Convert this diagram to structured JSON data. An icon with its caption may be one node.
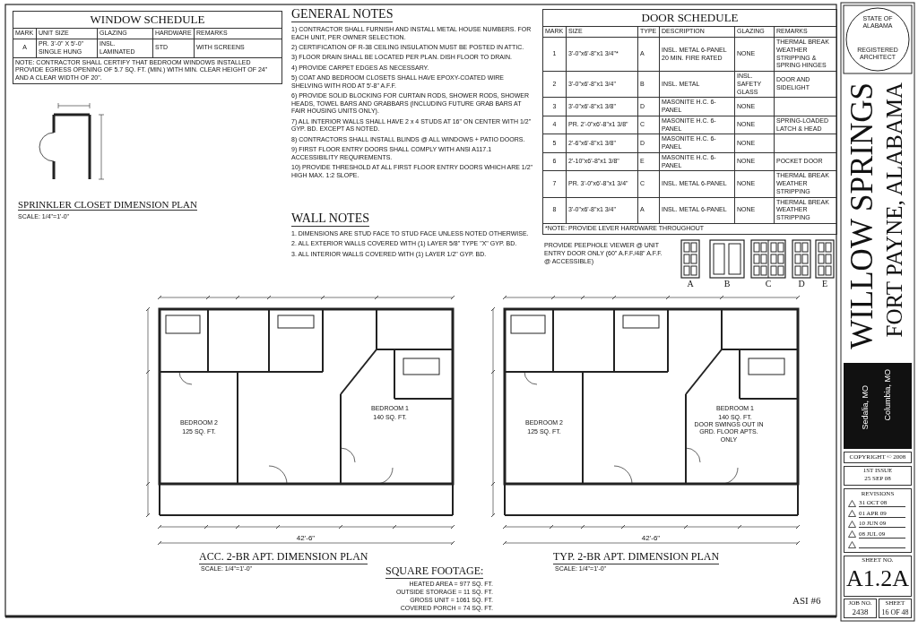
{
  "diagram": {
    "labels": [
      "WINDOW SCHEDULE",
      "MARK",
      "UNIT SIZE",
      "GLAZING",
      "HARDWARE",
      "REMARKS",
      "A",
      "PR. 3'-0\" X 5'-0\" SINGLE HUNG",
      "INSL. LAMINATED",
      "STD",
      "WITH SCREENS",
      "NOTE: CONTRACTOR SHALL CERTIFY THAT BEDROOM WINDOWS INSTALLED PROVIDE EGRESS OPENING OF 5.7 SQ. FT. (MIN.) WITH MIN. CLEAR HEIGHT OF 24\" AND A CLEAR WIDTH OF 20\".",
      "DOOR SCHEDULE",
      "MARK",
      "SIZE",
      "TYPE",
      "DESCRIPTION",
      "GLAZING",
      "REMARKS",
      "1",
      "3'-0\"x6'-8\"x1 3/4\"*",
      "A",
      "INSL. METAL 6-PANEL 20 MIN. FIRE RATED",
      "NONE",
      "THERMAL BREAK WEATHER STRIPPING & SPRING HINGES",
      "2",
      "3'-0\"x6'-8\"x1 3/4\"",
      "B",
      "INSL. METAL",
      "INSL. SAFETY GLASS",
      "DOOR AND SIDELIGHT",
      "3",
      "3'-0\"x6'-8\"x1 3/8\"",
      "D",
      "MASONITE H.C. 6-PANEL",
      "NONE",
      "4",
      "PR. 2'-0\"x6'-8\"x1 3/8\"",
      "C",
      "MASONITE H.C. 6-PANEL",
      "NONE",
      "SPRING-LOADED LATCH & HEAD",
      "5",
      "2'-6\"x6'-8\"x1 3/8\"",
      "D",
      "MASONITE H.C. 6-PANEL",
      "NONE",
      "6",
      "2'-10\"x6'-8\"x1 3/8\"",
      "E",
      "MASONITE H.C. 6-PANEL",
      "NONE",
      "POCKET DOOR",
      "7",
      "PR. 3'-0\"x6'-8\"x1 3/4\"",
      "C",
      "INSL. METAL 6-PANEL",
      "NONE",
      "THERMAL BREAK WEATHER STRIPPING",
      "8",
      "3'-0\"x6'-8\"x1 3/4\"",
      "A",
      "INSL. METAL 6-PANEL",
      "NONE",
      "THERMAL BREAK WEATHER STRIPPING",
      "*NOTE: PROVIDE LEVER HARDWARE THROUGHOUT",
      "PROVIDE PEEPHOLE VIEWER @ UNIT ENTRY DOOR ONLY (60\" A.F.F./48\" A.F.F. @ ACCESSIBLE)",
      "A",
      "B",
      "C",
      "D",
      "E",
      "GENERAL NOTES",
      "1) CONTRACTOR SHALL FURNISH AND INSTALL METAL HOUSE NUMBERS. FOR EACH UNIT, PER OWNER SELECTION.",
      "2) CERTIFICATION OF R-38 CEILING INSULATION MUST BE POSTED IN ATTIC.",
      "3) FLOOR DRAIN SHALL BE LOCATED PER PLAN. DISH FLOOR TO DRAIN.",
      "4) PROVIDE CARPET EDGES AS NECESSARY.",
      "5) COAT AND BEDROOM CLOSETS SHALL HAVE EPOXY-COATED WIRE SHELVING WITH ROD AT 5'-8\" A.F.F.",
      "6) PROVIDE SOLID BLOCKING FOR CURTAIN RODS, SHOWER RODS, SHOWER HEADS, TOWEL BARS AND GRABBARS (INCLUDING FUTURE GRAB BARS AT FAIR HOUSING UNITS ONLY).",
      "7) ALL INTERIOR WALLS SHALL HAVE 2 x 4 STUDS AT 16\" ON CENTER WITH 1/2\" GYP. BD. EXCEPT AS NOTED.",
      "8) CONTRACTORS SHALL INSTALL BLINDS @ ALL WINDOWS + PATIO DOORS.",
      "9) FIRST FLOOR ENTRY DOORS SHALL COMPLY WITH ANSI A117.1 ACCESSIBILITY REQUIREMENTS.",
      "10) PROVIDE THRESHOLD AT ALL FIRST FLOOR ENTRY DOORS WHICH ARE 1/2\" HIGH MAX. 1:2 SLOPE.",
      "WALL NOTES",
      "1. DIMENSIONS ARE STUD FACE TO STUD FACE UNLESS NOTED OTHERWISE.",
      "2. ALL EXTERIOR WALLS COVERED WITH (1) LAYER 5/8\" TYPE \"X\" GYP. BD.",
      "3. ALL INTERIOR WALLS COVERED WITH (1) LAYER 1/2\" GYP. BD.",
      "SPRINKLER CLOSET DIMENSION PLAN",
      "SCALE: 1/4\"=1'-0\"",
      "BEDROOM 2",
      "125 SQ. FT.",
      "BEDROOM 1",
      "140 SQ. FT.",
      "42'-6\"",
      "BEDROOM 2",
      "125 SQ. FT.",
      "DOOR SWINGS OUT IN GRD. FLOOR APTS. ONLY",
      "BEDROOM 1",
      "140 SQ. FT.",
      "42'-6\"",
      "ACC. 2-BR APT. DIMENSION PLAN",
      "SCALE: 1/4\"=1'-0\"",
      "TYP. 2-BR APT. DIMENSION PLAN",
      "SCALE: 1/4\"=1'-0\"",
      "SQUARE FOOTAGE:",
      "HEATED AREA = 977 SQ. FT.",
      "OUTSIDE STORAGE = 11 SQ. FT.",
      "GROSS UNIT = 1061 SQ. FT.",
      "COVERED PORCH = 74 SQ. FT.",
      "ASI #6",
      "STATE OF ALABAMA",
      "REGISTERED ARCHITECT",
      "WILLOW SPRINGS",
      "FORT PAYNE, ALABAMA",
      "Sedalia, MO",
      "Columbia, MO",
      "COPYRIGHT © 2008",
      "1ST ISSUE",
      "25 SEP 08",
      "REVISIONS",
      "31 OCT 08",
      "01 APR 09",
      "10 JUN 09",
      "08 JUL 09",
      "SHEET NO.",
      "A1.2A",
      "JOB NO.",
      "2438",
      "SHEET",
      "16 OF 48"
    ]
  }
}
